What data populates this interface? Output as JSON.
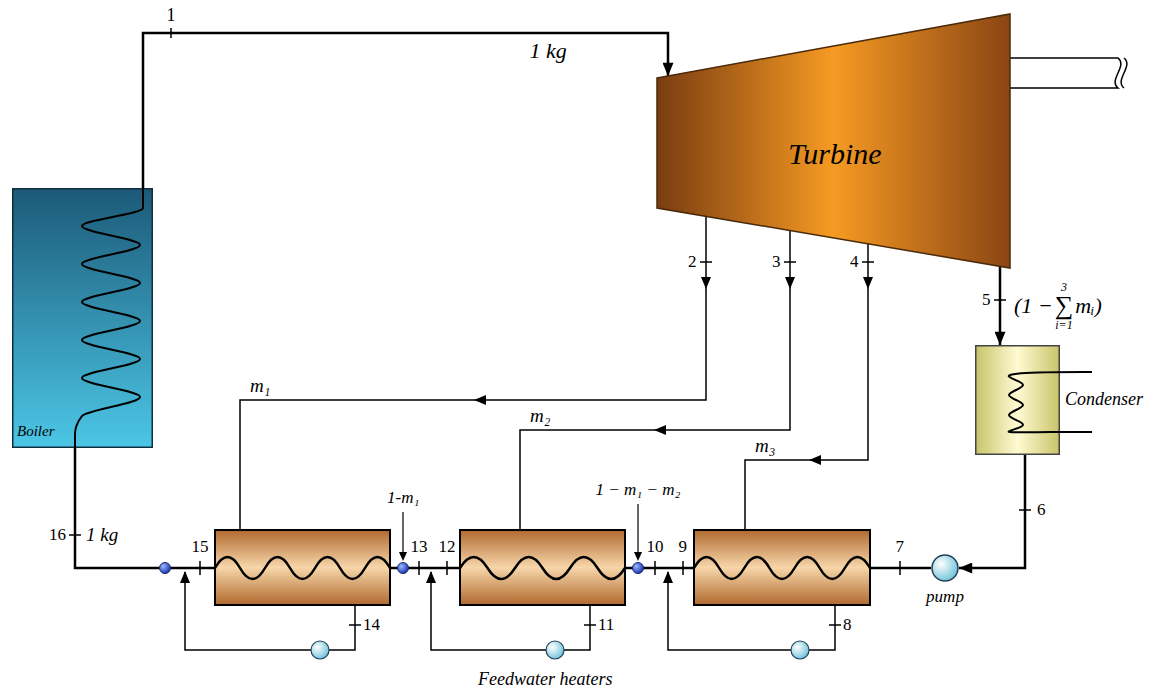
{
  "diagram": {
    "nodes": [
      {
        "text": [
          "Boiler"
        ]
      },
      {
        "text": [
          "Turbine"
        ]
      },
      {
        "text": [
          "Condenser"
        ]
      },
      {
        "text": [
          "pump"
        ]
      }
    ],
    "edges": [
      {
        "from": 0,
        "to": 1,
        "arrow": "to"
      },
      {
        "from": 1,
        "to": 2,
        "arrow": "to"
      },
      {
        "from": 2,
        "to": 3,
        "arrow": "to"
      }
    ],
    "labels": [
      "1",
      "1 kg",
      "2",
      "3",
      "4",
      "5",
      "m₁",
      "m₂",
      "m₃",
      "(1 −",
      "3",
      "∑",
      "i=1",
      "mᵢ)",
      "6",
      "7",
      "8",
      "9",
      "10",
      "11",
      "12",
      "13",
      "14",
      "15",
      "16",
      "1 kg",
      "1-m₁",
      "1 − m₁ − m₂",
      "Feedwater heaters"
    ]
  }
}
